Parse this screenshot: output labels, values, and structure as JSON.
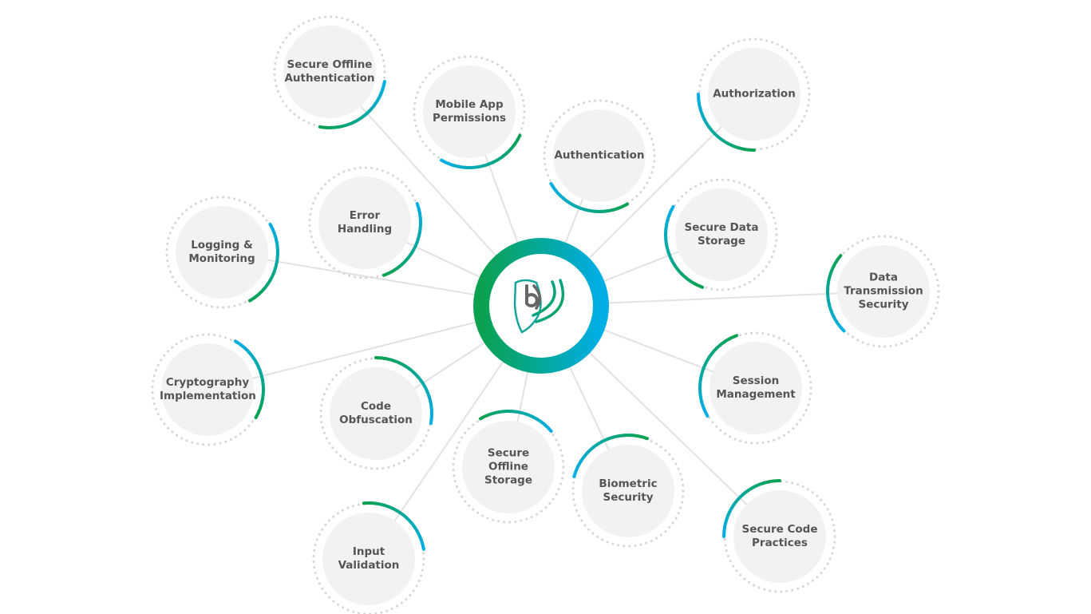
{
  "title": "Mobile App Security",
  "colors": {
    "green": "#0aa14f",
    "blue": "#00aee6",
    "node_fill": "#f2f2f2",
    "dots": "#d6d6d6",
    "line": "#e2e2e2",
    "text": "#555555",
    "logo_gray": "#666666"
  },
  "center": {
    "logo_icon": "shield-b-logo-icon"
  },
  "nodes": [
    {
      "label": "Secure Offline\nAuthentication"
    },
    {
      "label": "Mobile App\nPermissions"
    },
    {
      "label": "Authentication"
    },
    {
      "label": "Authorization"
    },
    {
      "label": "Secure Data\nStorage"
    },
    {
      "label": "Data\nTransmission\nSecurity"
    },
    {
      "label": "Session\nManagement"
    },
    {
      "label": "Secure Code\nPractices"
    },
    {
      "label": "Biometric\nSecurity"
    },
    {
      "label": "Secure\nOffline\nStorage"
    },
    {
      "label": "Input\nValidation"
    },
    {
      "label": "Code\nObfuscation"
    },
    {
      "label": "Cryptography\nImplementation"
    },
    {
      "label": "Logging &\nMonitoring"
    },
    {
      "label": "Error\nHandling"
    }
  ]
}
